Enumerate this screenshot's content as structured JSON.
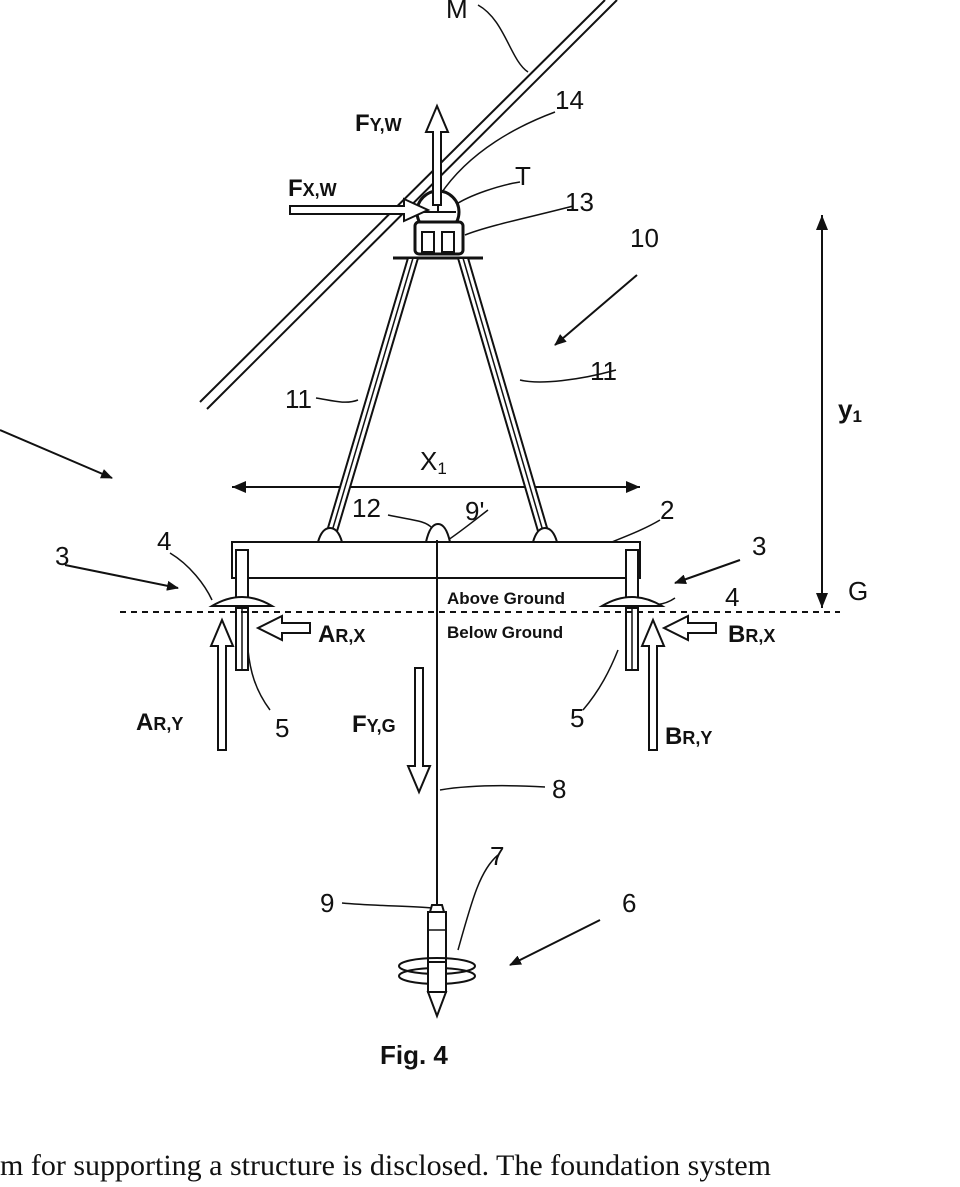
{
  "figure": {
    "caption": "Fig. 4",
    "body_text": "m for supporting a structure is disclosed. The foundation system"
  },
  "labels": {
    "M": "M",
    "n14": "14",
    "T": "T",
    "n13": "13",
    "n10": "10",
    "n11_left": "11",
    "n11_right": "11",
    "x1": "X",
    "x1_sub": "1",
    "y1": "y",
    "y1_sub": "1",
    "n12": "12",
    "n9p": "9'",
    "n2": "2",
    "n3_left": "3",
    "n3_right": "3",
    "n4_left": "4",
    "n4_right": "4",
    "G": "G",
    "n5_left": "5",
    "n5_right": "5",
    "n8": "8",
    "n7": "7",
    "n9": "9",
    "n6": "6"
  },
  "forces": {
    "fyw_main": "F",
    "fyw_sub": "Y,W",
    "fxw_main": "F",
    "fxw_sub": "X,W",
    "arx_main": "A",
    "arx_sub": "R,X",
    "ary_main": "A",
    "ary_sub": "R,Y",
    "brx_main": "B",
    "brx_sub": "R,X",
    "bry_main": "B",
    "bry_sub": "R,Y",
    "fyg_main": "F",
    "fyg_sub": "Y,G"
  },
  "ground": {
    "above": "Above Ground",
    "below": "Below Ground"
  }
}
